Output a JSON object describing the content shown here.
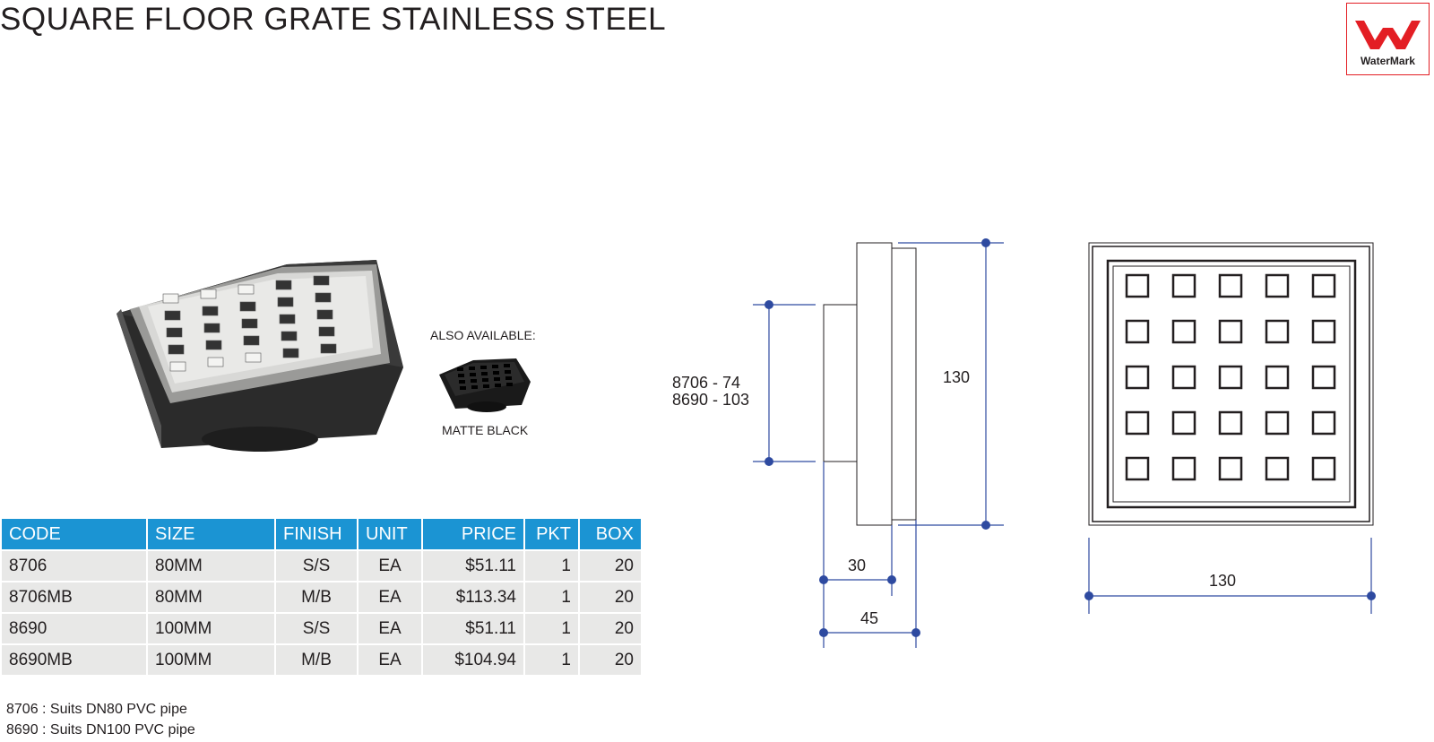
{
  "title": "SQUARE FLOOR GRATE STAINLESS STEEL",
  "logo": {
    "text": "WaterMark",
    "color": "#e31e24"
  },
  "product_image": {
    "name": "stainless-floor-grate-photo"
  },
  "also_available": {
    "label": "ALSO AVAILABLE:",
    "variant_label": "MATTE BLACK"
  },
  "table": {
    "header_color": "#1b94d3",
    "row_color": "#e8e8e7",
    "columns": [
      "CODE",
      "SIZE",
      "FINISH",
      "UNIT",
      "PRICE",
      "PKT",
      "BOX"
    ],
    "rows": [
      [
        "8706",
        "80MM",
        "S/S",
        "EA",
        "$51.11",
        "1",
        "20"
      ],
      [
        "8706MB",
        "80MM",
        "M/B",
        "EA",
        "$113.34",
        "1",
        "20"
      ],
      [
        "8690",
        "100MM",
        "S/S",
        "EA",
        "$51.11",
        "1",
        "20"
      ],
      [
        "8690MB",
        "100MM",
        "M/B",
        "EA",
        "$104.94",
        "1",
        "20"
      ]
    ]
  },
  "notes": [
    "8706 : Suits DN80 PVC pipe",
    "8690 : Suits DN100 PVC pipe"
  ],
  "drawing": {
    "dimension_color": "#2e4aa0",
    "side_view": {
      "outlet_label_1": "8706 - 74",
      "outlet_label_2": "8690 - 103",
      "height": "130",
      "depth_inner": "30",
      "depth_outer": "45"
    },
    "top_view": {
      "width": "130",
      "grid_rows": 5,
      "grid_cols": 5
    }
  }
}
